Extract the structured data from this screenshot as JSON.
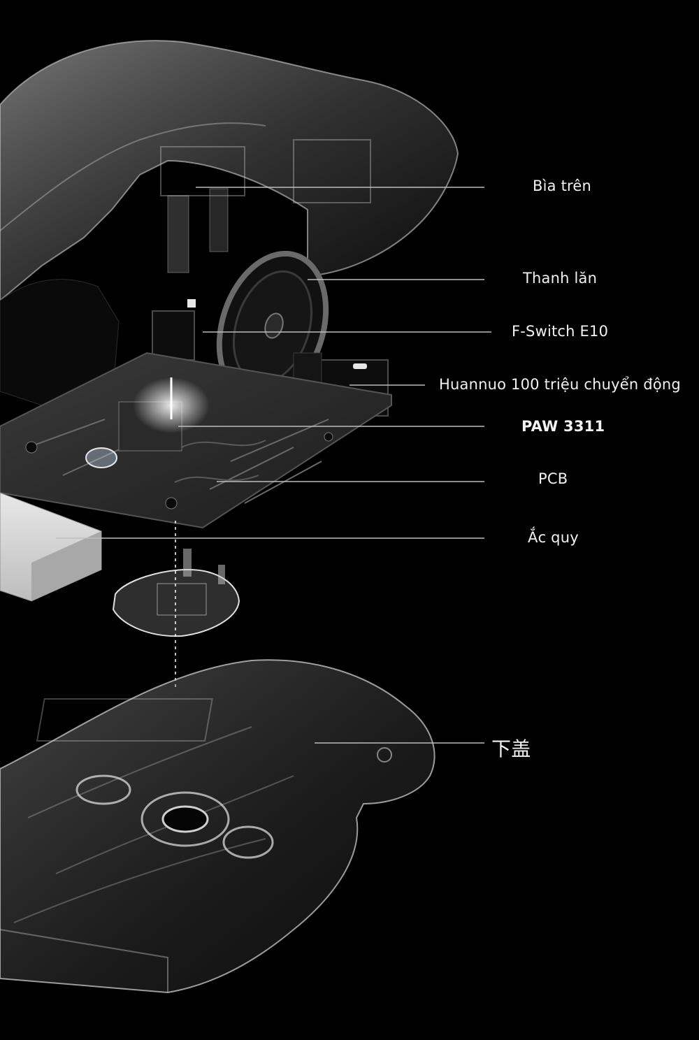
{
  "labels": {
    "top_cover": "Bìa trên",
    "scroll_wheel": "Thanh lăn",
    "switch": "F-Switch E10",
    "micro_switch": "Huannuo 100 triệu chuyển động",
    "sensor": "PAW 3311",
    "pcb": "PCB",
    "battery": "Ắc quy",
    "bottom_cover": "下盖"
  },
  "colors": {
    "background": "#000000",
    "leader_line": "#bdbdbd",
    "label_text": "#f2f2f2"
  }
}
